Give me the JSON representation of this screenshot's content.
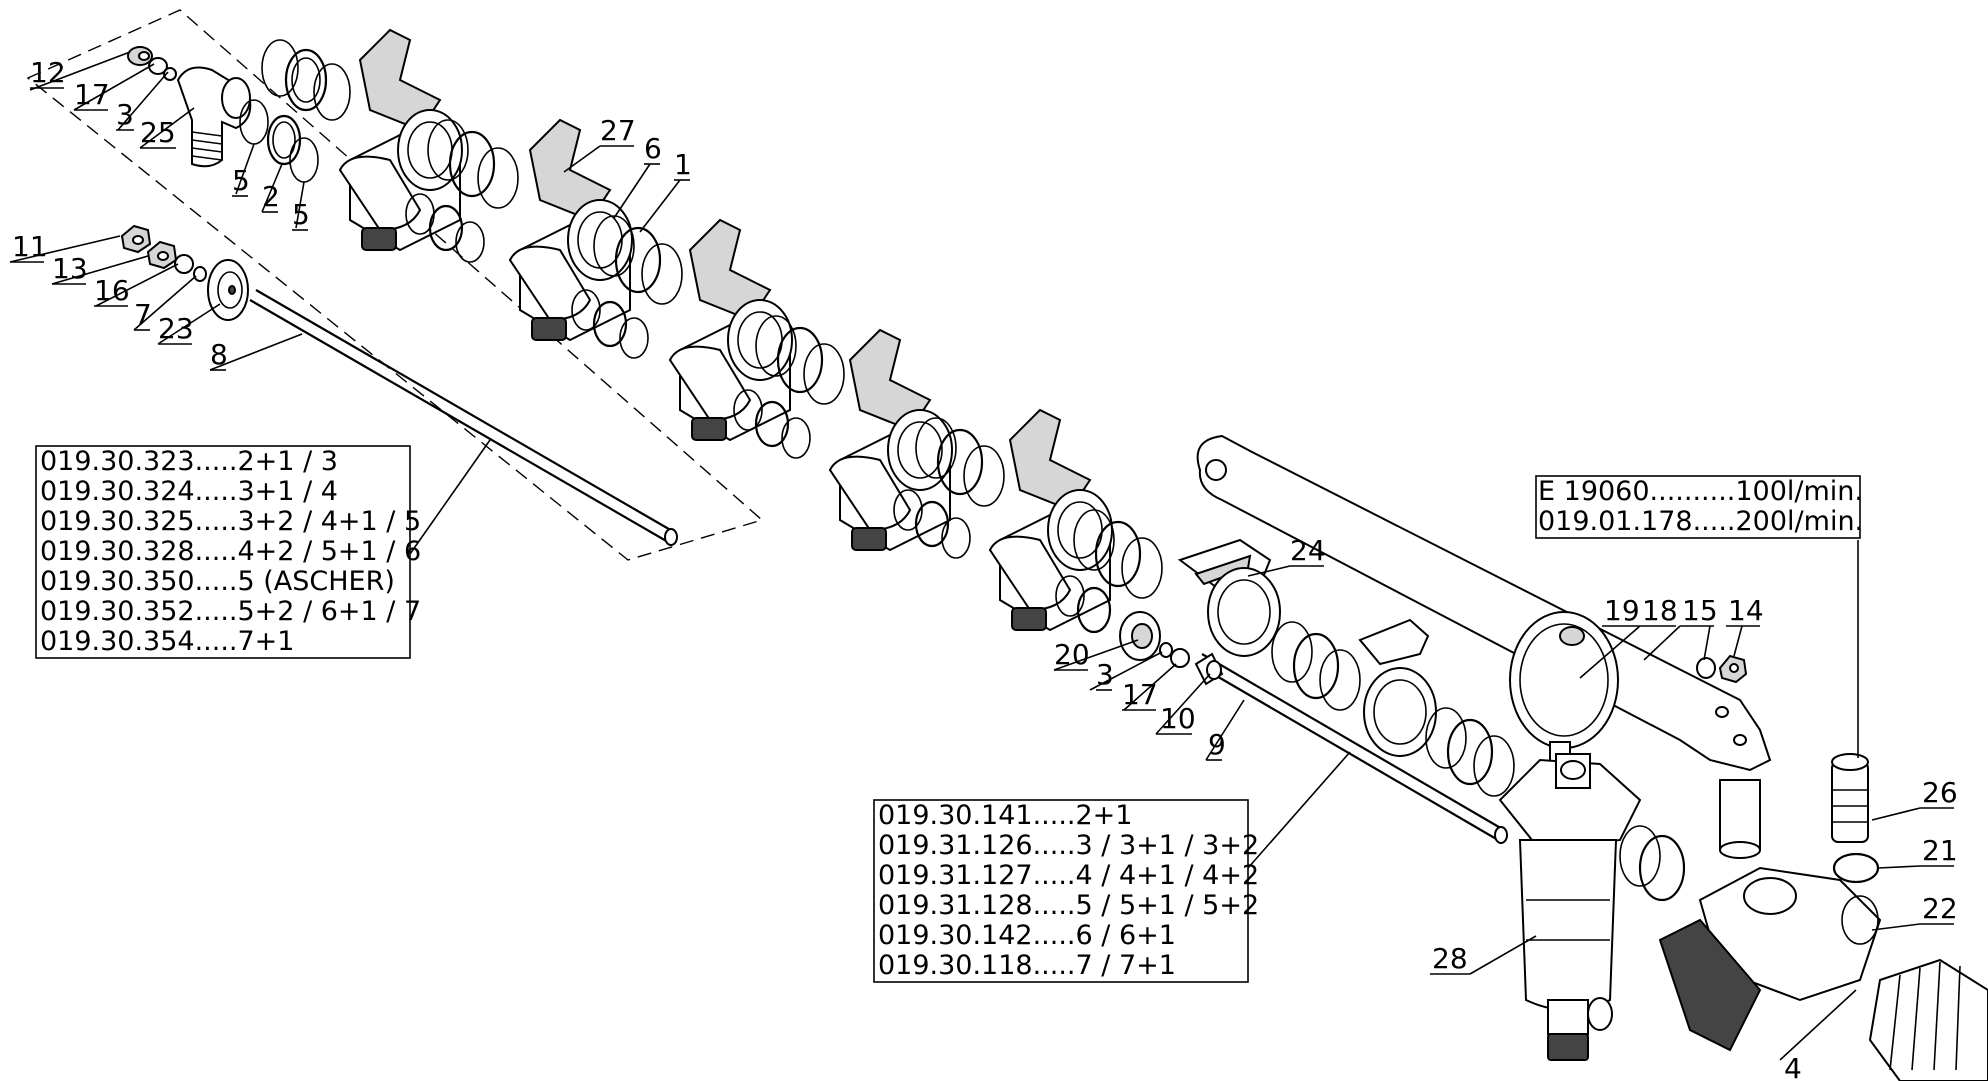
{
  "labels": {
    "p12": "12",
    "p17a": "17",
    "p3a": "3",
    "p25": "25",
    "p5a": "5",
    "p2": "2",
    "p5b": "5",
    "p11": "11",
    "p13": "13",
    "p16": "16",
    "p7": "7",
    "p23": "23",
    "p8": "8",
    "p27": "27",
    "p6": "6",
    "p1": "1",
    "p24": "24",
    "p20": "20",
    "p3b": "3",
    "p17b": "17",
    "p10": "10",
    "p9": "9",
    "p19": "19",
    "p18": "18",
    "p15": "15",
    "p14": "14",
    "p26": "26",
    "p21": "21",
    "p22": "22",
    "p28": "28",
    "p4": "4"
  },
  "table_left": [
    "019.30.323.....2+1 / 3",
    "019.30.324.....3+1 / 4",
    "019.30.325.....3+2 / 4+1 / 5",
    "019.30.328.....4+2 / 5+1 / 6",
    "019.30.350.....5 (ASCHER)",
    "019.30.352.....5+2 / 6+1 / 7",
    "019.30.354.....7+1"
  ],
  "table_mid": [
    "019.30.141.....2+1",
    "019.31.126.....3 / 3+1 / 3+2",
    "019.31.127.....4 / 4+1 / 4+2",
    "019.31.128.....5 / 5+1 / 5+2",
    "019.30.142.....6 / 6+1",
    "019.30.118.....7 / 7+1"
  ],
  "table_right": [
    "E 19060..........100l/min.",
    "019.01.178.....200l/min."
  ]
}
